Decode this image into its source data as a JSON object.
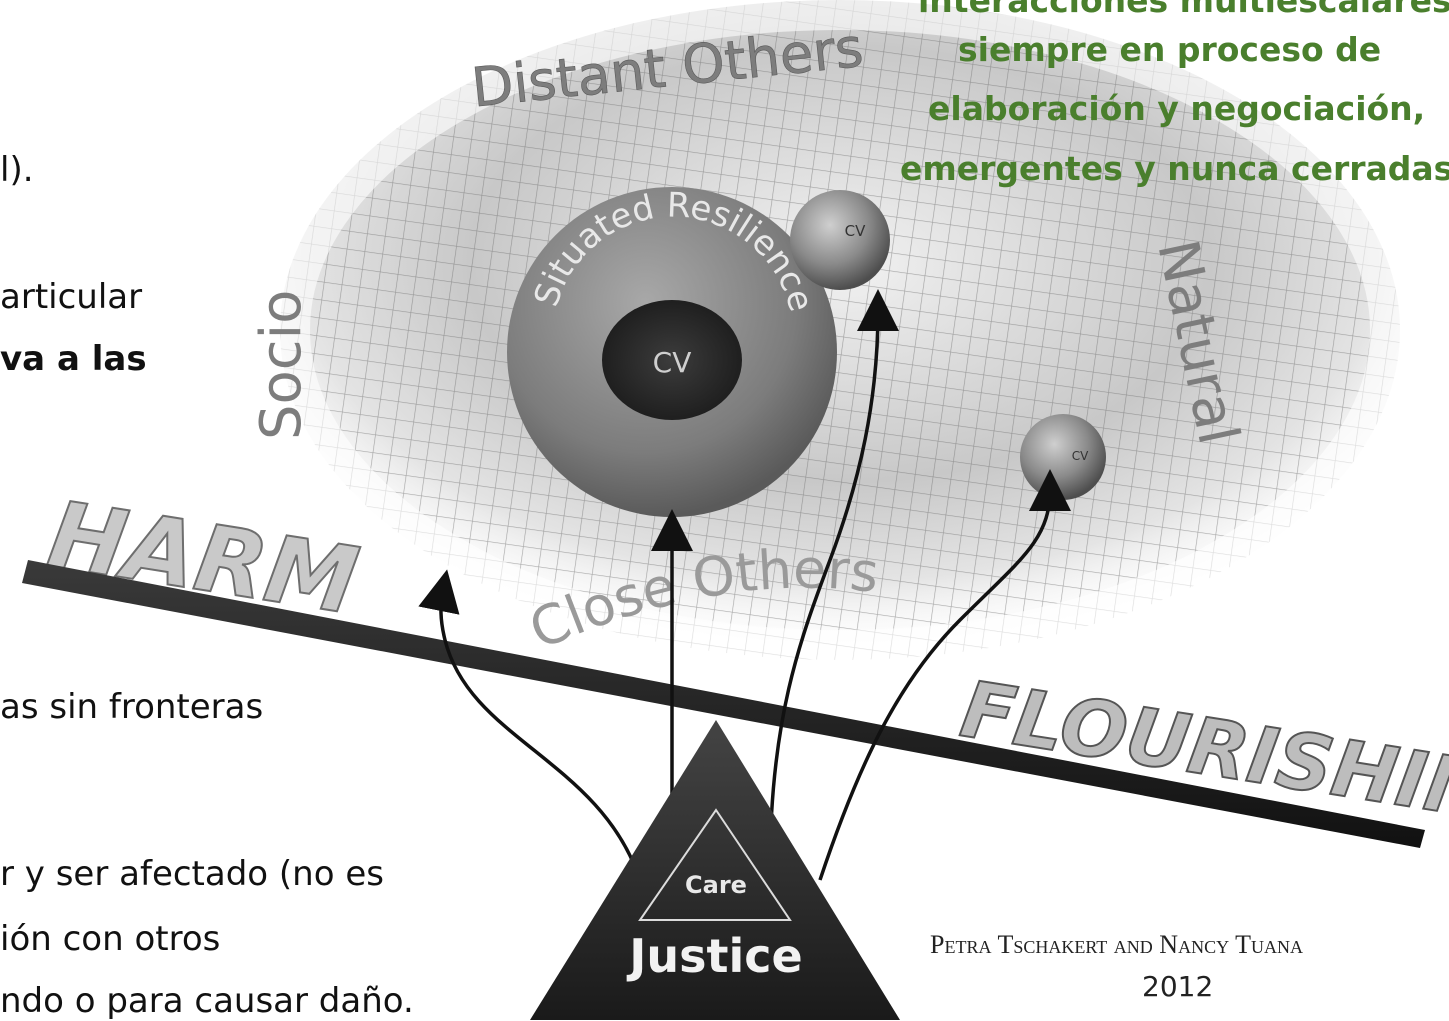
{
  "left_text": {
    "line1": "l).",
    "line2": "articular",
    "line3": "va a las",
    "line4": "as sin fronteras",
    "line5": "r y ser afectado (no es",
    "line6": "ión con otros",
    "line7": "ndo o para causar daño."
  },
  "top_right_text": {
    "line0": "interacciones multiescalares",
    "line1": "siempre en proceso de",
    "line2": "elaboración y negociación,",
    "line3": "emergentes y nunca cerradas"
  },
  "diagram": {
    "distant_others": "Distant Others",
    "socio": "Socio",
    "natural": "Natural",
    "situated_resilience": "Situated Resilience",
    "cv_main": "CV",
    "cv_small_top": "CV",
    "cv_small_right": "CV",
    "close_others": "Close Others",
    "harm": "HARM",
    "flourishing": "FLOURISHING",
    "care": "Care",
    "justice": "Justice"
  },
  "credit": {
    "authors": "Petra Tschakert and Nancy Tuana",
    "year": "2012"
  },
  "colors": {
    "green_text": "#4a7f2d",
    "beam": "#222222"
  }
}
